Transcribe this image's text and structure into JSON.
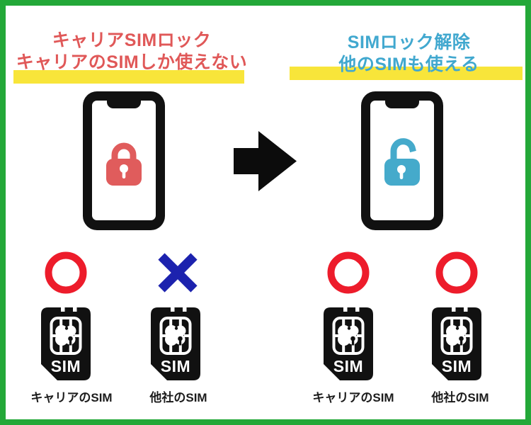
{
  "diagram": {
    "left": {
      "title_line1": "キャリアSIMロック",
      "title_line2": "キャリアのSIMしか使えない",
      "phone_state": "locked",
      "sims": [
        {
          "mark": "circle",
          "label": "キャリアのSIM"
        },
        {
          "mark": "cross",
          "label": "他社のSIM"
        }
      ]
    },
    "right": {
      "title_line1": "SIMロック解除",
      "title_line2": "他のSIMも使える",
      "phone_state": "unlocked",
      "sims": [
        {
          "mark": "circle",
          "label": "キャリアのSIM"
        },
        {
          "mark": "circle",
          "label": "他社のSIM"
        }
      ]
    },
    "sim_card_text": "SIM",
    "colors": {
      "border_green": "#23a838",
      "title_red": "#e05858",
      "title_teal": "#41a8cf",
      "highlight_yellow": "#f8e53a",
      "lock_red": "#e05c5c",
      "lock_teal": "#45aacb",
      "mark_circle_red": "#ed1c2b",
      "mark_cross_blue": "#1c22ae",
      "icon_black": "#111111"
    }
  }
}
